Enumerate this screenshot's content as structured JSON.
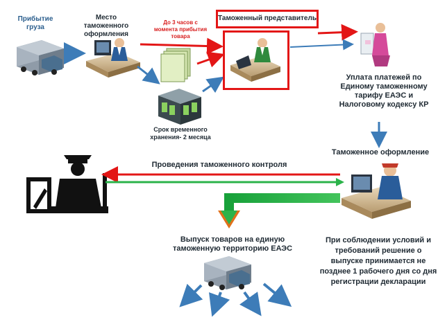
{
  "labels": {
    "arrival": "Прибытие груза",
    "customs_place": "Место таможенного оформления",
    "within_3h": "До 3 часов с момента прибытия товара",
    "representative": "Таможенный представитель",
    "payment": "Уплата платежей по Единому таможенному тарифу ЕАЭС и Налоговому кодексу КР",
    "storage": "Срок временного хранения- 2 месяца",
    "control": "Проведения таможенного контроля",
    "clearance": "Таможенное оформление",
    "release": "Выпуск товаров на единую таможенную территорию ЕАЭС",
    "decision": "При соблюдении условий и требований решение о выпуске принимается не позднее 1 рабочего дня со дня регистрации декларации"
  },
  "colors": {
    "red_arrow": "#e31616",
    "green_arrow": "#2bb34a",
    "blue_arrow": "#3d7cb8",
    "orange_head": "#e0701a",
    "truck_cargo": "#7b8a99",
    "truck_cab": "#4a6f8f"
  }
}
